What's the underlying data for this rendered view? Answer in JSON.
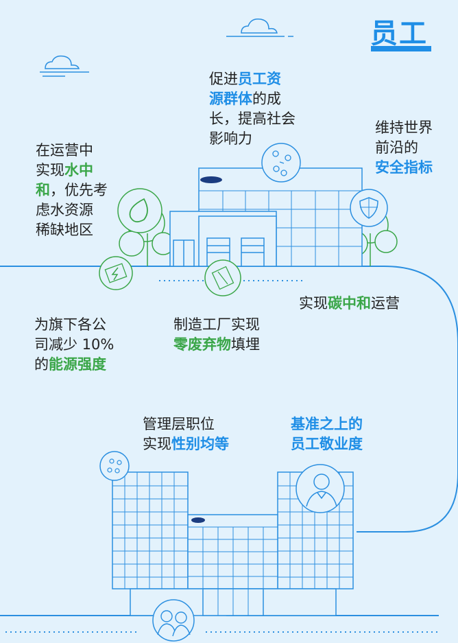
{
  "heading": {
    "title": "员工"
  },
  "labels": {
    "employee_groups": {
      "line1_pre": "促进",
      "line1_hl": "员工资",
      "line2_hl": "源群体",
      "line2_post": "的成",
      "line3": "长，提高社会",
      "line4": "影响力"
    },
    "safety": {
      "line1": "维持世界",
      "line2": "前沿的",
      "line3_hl": "安全指标"
    },
    "water": {
      "line1": "在运营中",
      "line2_pre": "实现",
      "line2_hl": "水中",
      "line3_hl": "和",
      "line3_post": "，优先考",
      "line4": "虑水资源",
      "line5": "稀缺地区"
    },
    "carbon": {
      "pre": "实现",
      "hl": "碳中和",
      "post": "运营"
    },
    "energy": {
      "line1": "为旗下各公",
      "line2": "司减少 10%",
      "line3_pre": "的",
      "line3_hl": "能源强度"
    },
    "waste": {
      "line1": "制造工厂实现",
      "line2_hl": "零废弃物",
      "line2_post": "填埋"
    },
    "gender": {
      "line1": "管理层职位",
      "line2_pre": "实现",
      "line2_hl": "性别均等"
    },
    "engagement": {
      "line1": "基准之上的",
      "line2": "员工敬业度"
    }
  },
  "colors": {
    "blue": "#1f8ee6",
    "green": "#3aa648",
    "background": "#e3f2fc",
    "dark_blue": "#1b3c80"
  }
}
